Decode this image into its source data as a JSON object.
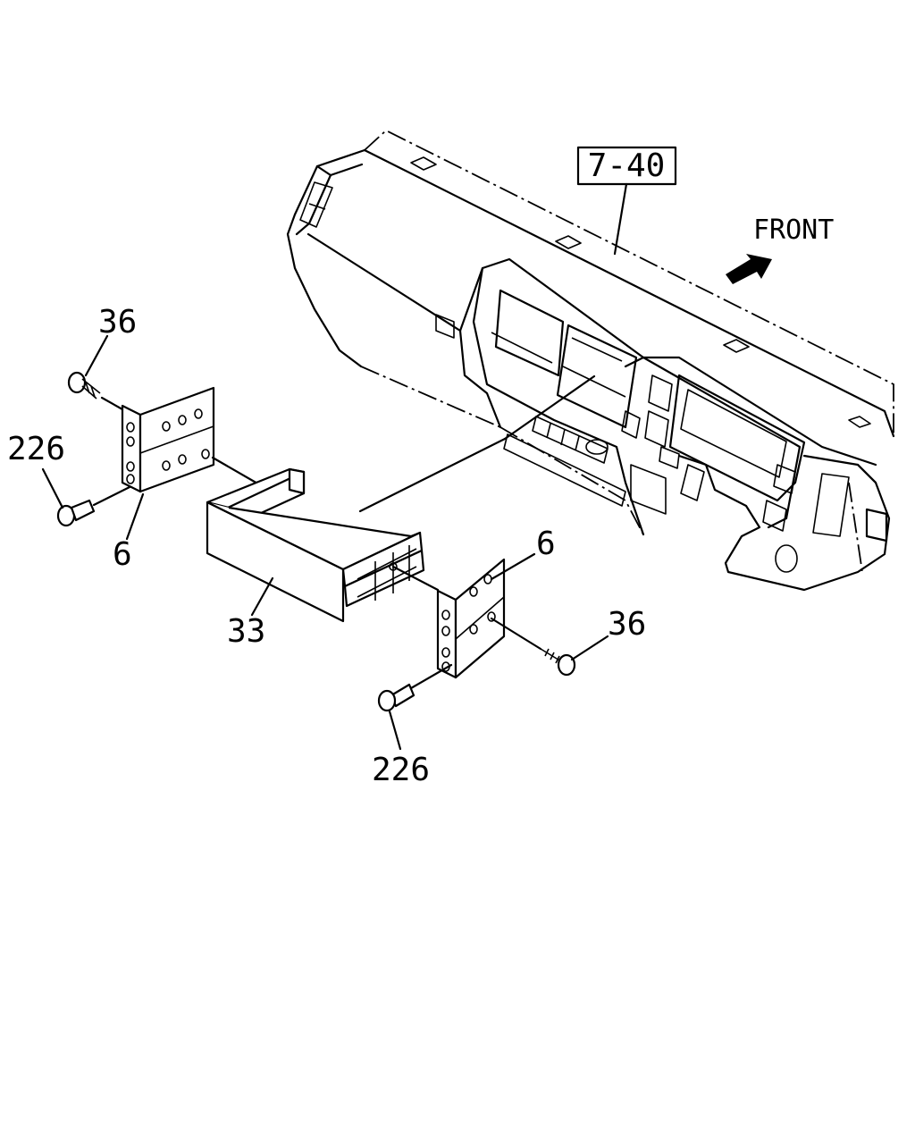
{
  "diagram": {
    "reference_box": "7-40",
    "direction_label": "FRONT",
    "callouts": {
      "screw_top_left": "36",
      "bolt_left": "226",
      "bracket_left": "6",
      "pocket": "33",
      "bracket_right": "6",
      "screw_right": "36",
      "bolt_bottom": "226"
    }
  }
}
